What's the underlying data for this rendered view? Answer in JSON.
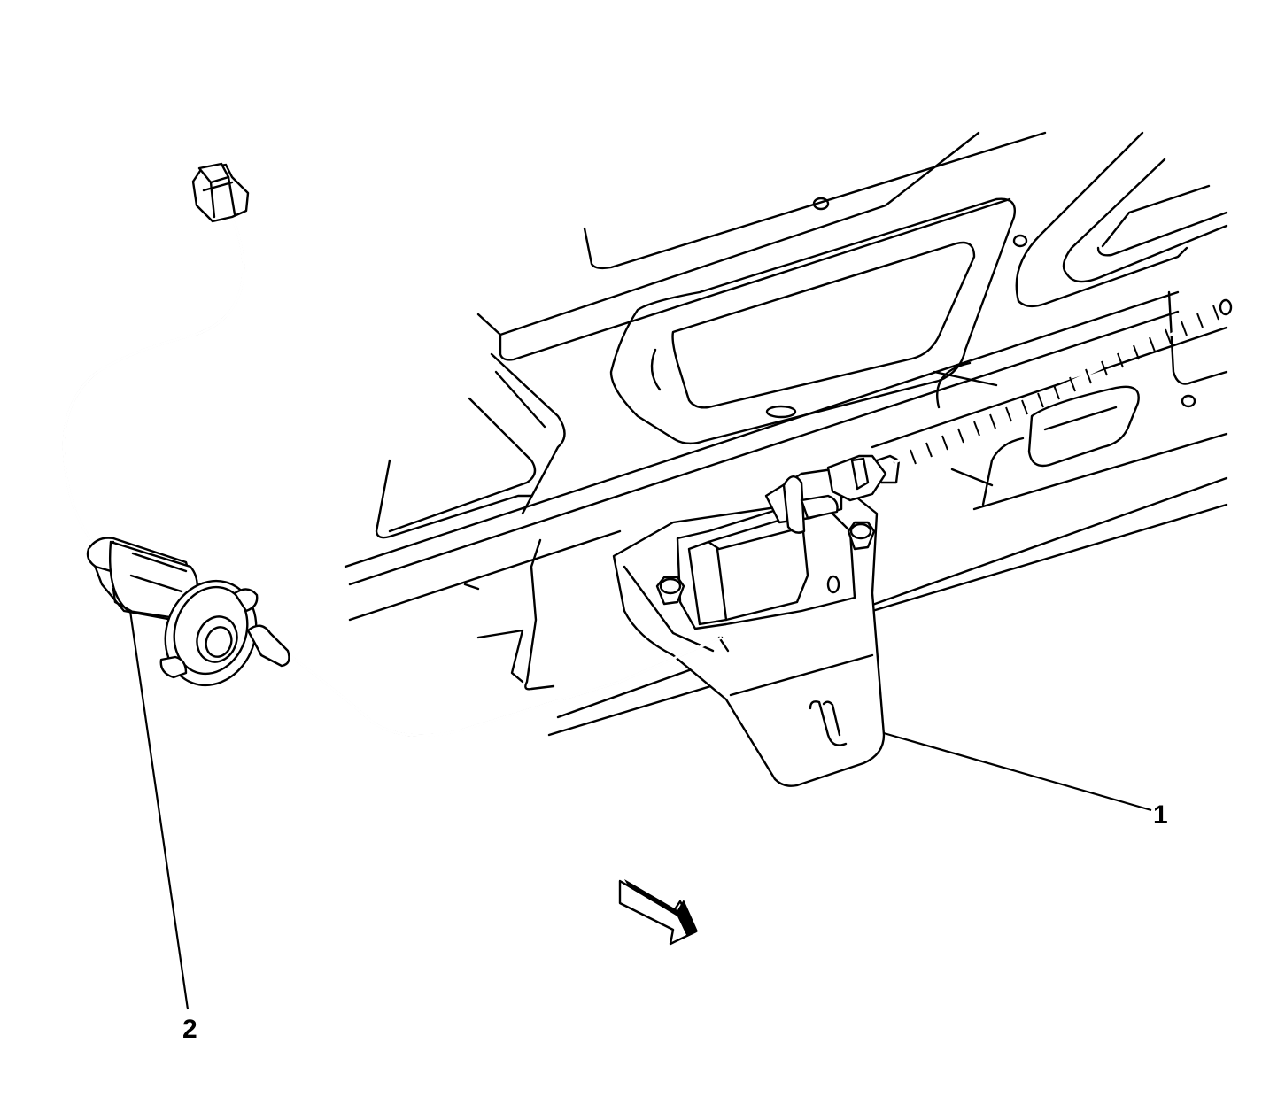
{
  "callouts": [
    {
      "id": "1",
      "label": "1"
    },
    {
      "id": "2",
      "label": "2"
    }
  ],
  "components": {
    "1": "tailgate-latch-actuator",
    "2": "lock-cylinder-switch-with-harness"
  },
  "icons": {
    "direction_arrow": "view-direction-arrow-icon",
    "connector": "electrical-connector-icon"
  },
  "colors": {
    "line": "#000000",
    "background": "#ffffff"
  }
}
